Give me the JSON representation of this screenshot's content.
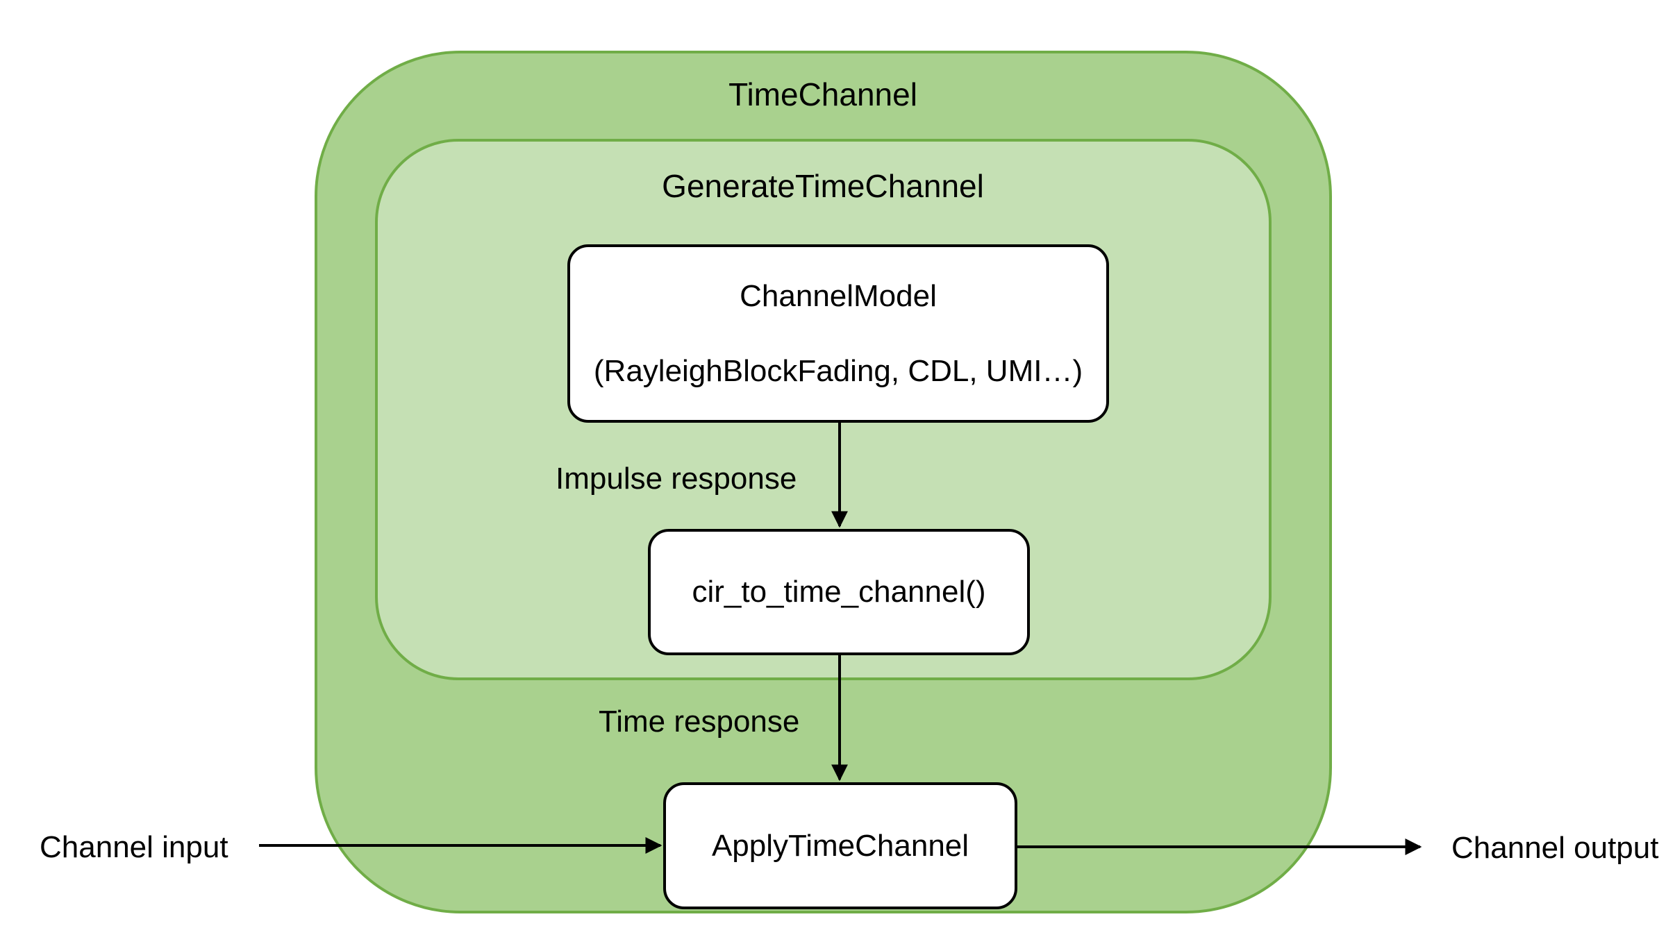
{
  "outer_block": {
    "title": "TimeChannel"
  },
  "inner_block": {
    "title": "GenerateTimeChannel"
  },
  "nodes": {
    "channel_model": {
      "title": "ChannelModel",
      "subtitle": "(RayleighBlockFading, CDL, UMI…)"
    },
    "cir_to_time": {
      "label": "cir_to_time_channel()"
    },
    "apply": {
      "label": "ApplyTimeChannel"
    }
  },
  "edges": {
    "impulse": "Impulse response",
    "time": "Time response",
    "input": "Channel input",
    "output": "Channel output"
  },
  "colors": {
    "outer_fill": "#a9d18e",
    "inner_fill": "#c5e0b4",
    "border": "#70ad47",
    "node_fill": "#ffffff"
  }
}
